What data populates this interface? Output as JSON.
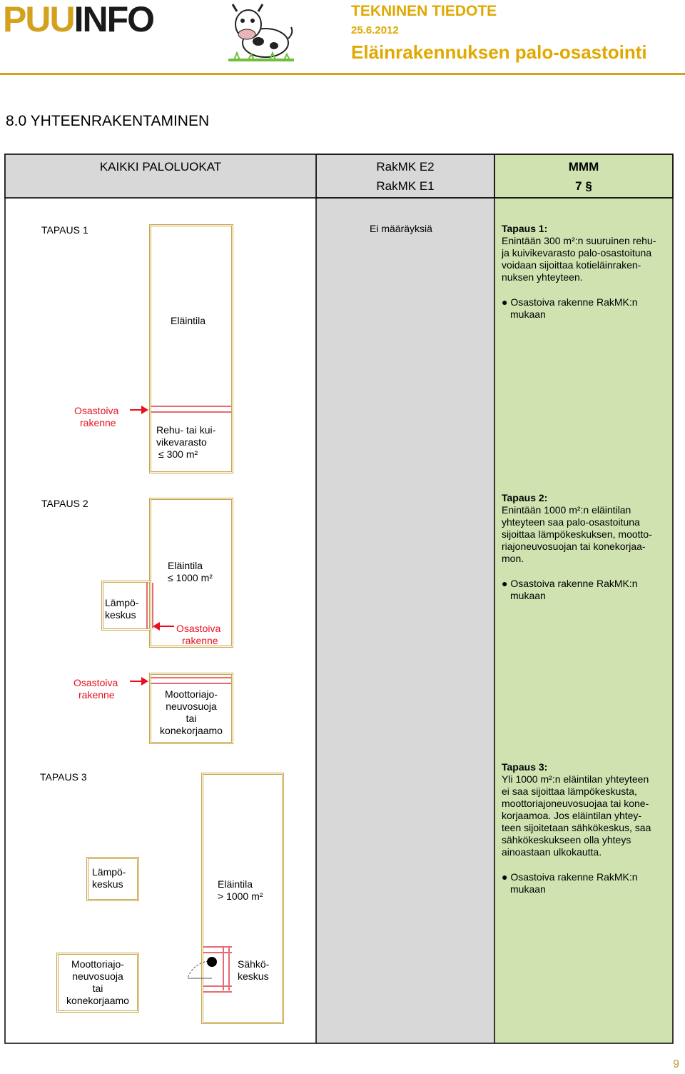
{
  "header": {
    "logo_part1": "PUU",
    "logo_part2": "INFO",
    "doc_type": "TEKNINEN TIEDOTE",
    "date": "25.6.2012",
    "title": "Eläinrakennuksen palo-osastointi"
  },
  "section_title": "8.0 YHTEENRAKENTAMINEN",
  "table": {
    "header": {
      "col1": "KAIKKI PALOLUOKAT",
      "col2_line1": "RakMK E2",
      "col2_line2": "RakMK E1",
      "col3_line1": "MMM",
      "col3_line2": "7 §"
    },
    "case1": {
      "label": "TAPAUS 1",
      "col2": "Ei määräyksiä",
      "diagram": {
        "animal_space": "Eläintila",
        "fire_compartment": "Osastoiva rakenne",
        "storage_line1": "Rehu- tai kui-",
        "storage_line2": "vikevarasto",
        "storage_size": "≤ 300 m²"
      },
      "text_title": "Tapaus 1:",
      "text_lines": [
        "Enintään 300 m²:n suuruinen rehu-",
        "ja kuivikevarasto palo-osastoituna",
        "voidaan sijoittaa kotieläinraken-",
        "nuksen yhteyteen."
      ],
      "bullet_line1": "● Osastoiva rakenne RakMK:n",
      "bullet_line2": "mukaan"
    },
    "case2": {
      "label": "TAPAUS 2",
      "diagram": {
        "heating_line1": "Lämpö-",
        "heating_line2": "keskus",
        "animal_space": "Eläintila",
        "animal_size": "≤ 1000 m²",
        "fire_compartment_inner_line1": "Osastoiva",
        "fire_compartment_inner_line2": "rakenne",
        "fire_compartment_outer_line1": "Osastoiva",
        "fire_compartment_outer_line2": "rakenne",
        "garage_line1": "Moottoriajo-",
        "garage_line2": "neuvosuoja",
        "garage_line3": "tai",
        "garage_line4": "konekorjaamo"
      },
      "text_title": "Tapaus 2:",
      "text_lines": [
        "Enintään 1000 m²:n eläintilan",
        "yhteyteen saa palo-osastoituna",
        "sijoittaa lämpökeskuksen, mootto-",
        "riajoneuvosuojan tai konekorjaa-",
        "mon."
      ],
      "bullet_line1": "● Osastoiva rakenne RakMK:n",
      "bullet_line2": "mukaan"
    },
    "case3": {
      "label": "TAPAUS 3",
      "diagram": {
        "heating_line1": "Lämpö-",
        "heating_line2": "keskus",
        "animal_space": "Eläintila",
        "animal_size": "> 1000 m²",
        "garage_line1": "Moottoriajo-",
        "garage_line2": "neuvosuoja",
        "garage_line3": "tai",
        "garage_line4": "konekorjaamo",
        "electric_line1": "Sähkö-",
        "electric_line2": "keskus"
      },
      "text_title": "Tapaus 3:",
      "text_lines": [
        "Yli 1000 m²:n eläintilan yhteyteen",
        "ei saa sijoittaa lämpökeskusta,",
        "moottoriajoneuvosuojaa tai kone-",
        "korjaamoa. Jos eläintilan yhtey-",
        "teen sijoitetaan sähkökeskus, saa",
        "sähkökeskukseen olla yhteys",
        "ainoastaan ulkokautta."
      ],
      "bullet_line1": "● Osastoiva rakenne RakMK:n",
      "bullet_line2": "mukaan"
    }
  },
  "page_number": "9",
  "colors": {
    "gold": "#d4a11e",
    "red": "#e8121e",
    "grey_column": "#d8d8d8",
    "green_column": "#cfe2b0"
  }
}
